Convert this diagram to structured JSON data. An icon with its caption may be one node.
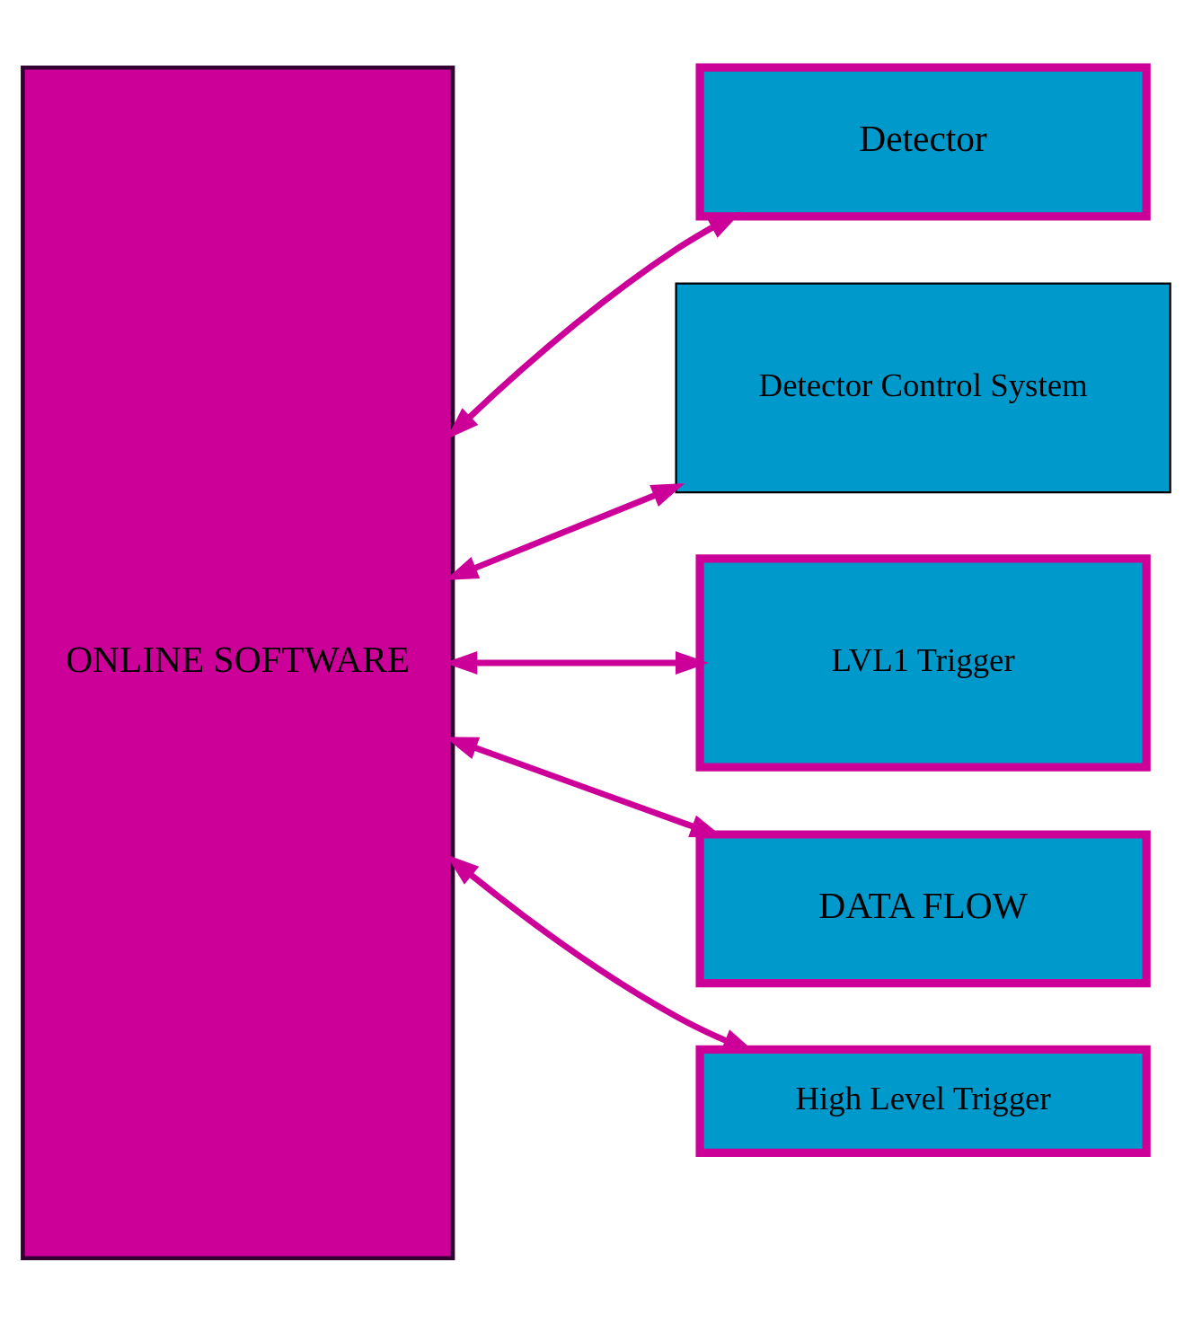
{
  "diagram": {
    "nodes": [
      {
        "text": [
          "ONLINE SOFTWARE"
        ]
      },
      {
        "text": [
          "Detector"
        ]
      },
      {
        "text": [
          "Detector Control System"
        ]
      },
      {
        "text": [
          "LVL1 Trigger"
        ]
      },
      {
        "text": [
          "DATA FLOW"
        ]
      },
      {
        "text": [
          "High Level Trigger"
        ]
      }
    ],
    "edges": [
      {
        "from": 0,
        "to": 1,
        "arrow": "both"
      },
      {
        "from": 0,
        "to": 2,
        "arrow": "both"
      },
      {
        "from": 0,
        "to": 3,
        "arrow": "both"
      },
      {
        "from": 0,
        "to": 4,
        "arrow": "both"
      },
      {
        "from": 0,
        "to": 5,
        "arrow": "both"
      }
    ]
  }
}
